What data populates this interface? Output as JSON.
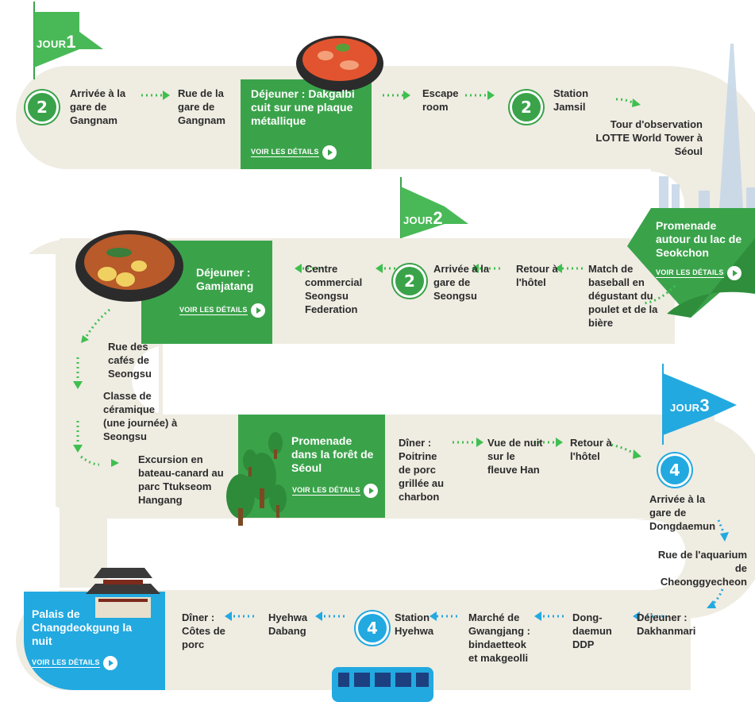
{
  "days": {
    "d1": {
      "prefix": "JOUR",
      "num": "1"
    },
    "d2": {
      "prefix": "JOUR",
      "num": "2"
    },
    "d3": {
      "prefix": "JOUR",
      "num": "3"
    }
  },
  "metro": {
    "line2": "2",
    "line4": "4"
  },
  "link_label": "VOIR LES DÉTAILS",
  "row1": {
    "arrival": "Arrivée à la gare de Gangnam",
    "street": "Rue de la gare de Gangnam",
    "lunch": "Déjeuner : Dakgalbi cuit sur une plaque métallique",
    "escape": "Escape room",
    "jamsil": "Station Jamsil",
    "tower": "Tour d'observation LOTTE World Tower à Séoul"
  },
  "row2": {
    "lake": "Promenade autour du lac de Seokchon",
    "baseball": "Match de baseball en dégustant du poulet et de la bière",
    "hotel": "Retour à l'hôtel",
    "arrival": "Arrivée à la gare de Seongsu",
    "center": "Centre commercial Seongsu Federation",
    "lunch": "Déjeuner : Gamjatang"
  },
  "left": {
    "cafes": "Rue des cafés de Seongsu",
    "ceramics": "Classe de céramique (une journée) à Seongsu",
    "boat": "Excursion en bateau-canard au parc Ttukseom Hangang"
  },
  "row3": {
    "forest": "Promenade dans la forêt de Séoul",
    "dinner": "Dîner : Poitrine de porc grillée au charbon",
    "night": "Vue de nuit sur le fleuve Han",
    "hotel": "Retour à l'hôtel",
    "dongdaemun": "Arrivée à la gare de Dongdaemun",
    "aquarium": "Rue de l'aquarium de Cheonggyecheon"
  },
  "row4": {
    "lunch": "Déjeuner : Dakhanmari",
    "ddp": "Dong-daemun DDP",
    "market": "Marché de Gwangjang : bindaetteok et makgeolli",
    "hyehwa": "Station Hyehwa",
    "dabang": "Hyehwa Dabang",
    "dinner": "Dîner : Côtes de porc",
    "palace": "Palais de Changdeokgung la nuit"
  },
  "colors": {
    "green": "#3aa34a",
    "blue": "#22a9e0",
    "road": "#efece2",
    "arrow_green": "#3fbf4f",
    "arrow_blue": "#22a9e0"
  }
}
